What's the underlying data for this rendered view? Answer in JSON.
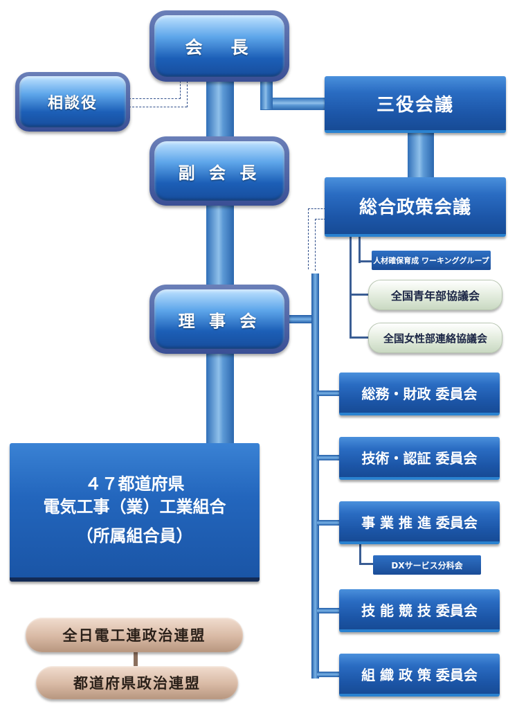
{
  "top": {
    "chair": "会　長",
    "advisor": "相談役",
    "vice_chair": "副 会 長",
    "board": "理 事 会"
  },
  "councils": {
    "three_officers": "三役会議",
    "general_policy": "総合政策会議"
  },
  "sub_groups": {
    "hr_wg": "人材確保育成 ワーキンググループ",
    "youth": "全国青年部協議会",
    "women": "全国女性部連絡協議会"
  },
  "committees": [
    {
      "label": "総務・財政 委員会"
    },
    {
      "label": "技術・認証 委員会"
    },
    {
      "label": "事 業 推 進 委員会"
    },
    {
      "label": "技 能 競 技 委員会"
    },
    {
      "label": "組 織 政 策 委員会"
    }
  ],
  "dx_subcommittee": "DXサービス分科会",
  "members": {
    "line1": "４７都道府県",
    "line2": "電気工事（業）工業組合",
    "line3": "（所属組合員）"
  },
  "political": {
    "national": "全日電工連政治連盟",
    "prefectural": "都道府県政治連盟"
  }
}
